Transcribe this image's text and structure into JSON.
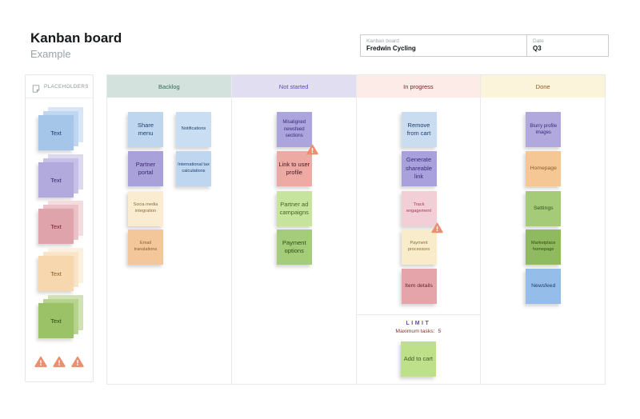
{
  "page": {
    "title": "Kanban board",
    "subtitle": "Example"
  },
  "info_box": {
    "fields": [
      {
        "label": "Kanban board",
        "value": "Fredwin Cycling"
      },
      {
        "label": "Date",
        "value": "Q3"
      }
    ]
  },
  "placeholders": {
    "header": {
      "label": "PLACEHOLDERS",
      "icon": "sticky-note-icon"
    },
    "warning_color": "#ec8f70",
    "stacks": [
      {
        "id": "blue",
        "label": "Text",
        "front": "#a5c6e9",
        "mid": "#c0d7f1",
        "back": "#d8e6f7",
        "text_color": "#1d3f6e"
      },
      {
        "id": "purple",
        "label": "Text",
        "front": "#b2aadc",
        "mid": "#c7c1e8",
        "back": "#dcd8f2",
        "text_color": "#3b2a78"
      },
      {
        "id": "red",
        "label": "Text",
        "front": "#dfa3ab",
        "mid": "#ebc2c7",
        "back": "#f4dbde",
        "text_color": "#7a2430"
      },
      {
        "id": "orange",
        "label": "Text",
        "front": "#f7d7ad",
        "mid": "#fae5c9",
        "back": "#fcf0df",
        "text_color": "#8a5c2a"
      },
      {
        "id": "green",
        "label": "Text",
        "front": "#9cc268",
        "mid": "#b7d38e",
        "back": "#d0e2b3",
        "text_color": "#2e4a14"
      }
    ],
    "warning_icons": [
      "warning-triangle",
      "warning-triangle",
      "warning-triangle"
    ]
  },
  "board": {
    "columns": [
      {
        "title": "Backlog",
        "header_bg": "#d4e2de",
        "header_color": "#2f6b5a",
        "cards": [
          {
            "label": "Share menu",
            "bg": "#bfd7ee",
            "color": "#1d3f6e",
            "size": "lg",
            "row": 0,
            "side": "left"
          },
          {
            "label": "Notifications",
            "bg": "#c9def2",
            "color": "#1d3f6e",
            "size": "xs",
            "row": 0,
            "side": "right"
          },
          {
            "label": "Partner portal",
            "bg": "#a9a1da",
            "color": "#3b2a78",
            "size": "lg",
            "row": 1,
            "side": "left"
          },
          {
            "label": "International tax calculations",
            "bg": "#bed6f0",
            "color": "#1d3f6e",
            "size": "xs",
            "row": 1,
            "side": "right"
          },
          {
            "label": "Socia media integration",
            "bg": "#faecd0",
            "color": "#8a6b35",
            "size": "xs",
            "row": 2,
            "side": "left"
          },
          {
            "label": "Email translations",
            "bg": "#f4c79a",
            "color": "#8a5c2a",
            "size": "xs",
            "row": 3,
            "side": "left"
          }
        ]
      },
      {
        "title": "Not started",
        "header_bg": "#e1def1",
        "header_color": "#5b49c4",
        "cards": [
          {
            "label": "Misaligned newsfeed sections",
            "bg": "#aba4dd",
            "color": "#3b2a78",
            "size": "sm",
            "row": 0
          },
          {
            "label": "Link to user profile",
            "bg": "#eda9a4",
            "color": "#4a2020",
            "size": "lg",
            "row": 1,
            "warning": true
          },
          {
            "label": "Partner ad campaigns",
            "bg": "#c7e49e",
            "color": "#44661f",
            "size": "lg",
            "row": 2
          },
          {
            "label": "Payment options",
            "bg": "#a5cc78",
            "color": "#2f4d14",
            "size": "lg",
            "row": 3
          }
        ]
      },
      {
        "title": "In progress",
        "header_bg": "#fcebe7",
        "header_color": "#7c2222",
        "cards": [
          {
            "label": "Remove from cart",
            "bg": "#c9dcf0",
            "color": "#1d3f6e",
            "size": "lg",
            "row": 0
          },
          {
            "label": "Generate shareable link",
            "bg": "#a9a1dc",
            "color": "#3b2a78",
            "size": "lg",
            "row": 1
          },
          {
            "label": "Track engagement",
            "bg": "#f2ced6",
            "color": "#a03c50",
            "size": "xs",
            "row": 2
          },
          {
            "label": "Payment processors",
            "bg": "#f9ecca",
            "color": "#8a6b35",
            "size": "xs",
            "row": 3,
            "warning": true
          },
          {
            "label": "Item details",
            "bg": "#e4a4a9",
            "color": "#6b2430",
            "size": "md",
            "row": 4
          }
        ],
        "limit": {
          "title": "LIMIT",
          "title_color": "#5b49c4",
          "text": "Maximum tasks:",
          "value": "5",
          "text_color": "#8b2e2e",
          "card": {
            "label": "Add to cart",
            "bg": "#bfe08b",
            "color": "#3f5c1c",
            "size": "lg"
          }
        }
      },
      {
        "title": "Done",
        "header_bg": "#fbf3da",
        "header_color": "#95591f",
        "cards": [
          {
            "label": "Blurry profile images",
            "bg": "#b1a8de",
            "color": "#3b2a78",
            "size": "sm",
            "row": 0
          },
          {
            "label": "Homepage",
            "bg": "#f5c795",
            "color": "#8a5c2a",
            "size": "md",
            "row": 1
          },
          {
            "label": "Settings",
            "bg": "#a6cb78",
            "color": "#33511a",
            "size": "md",
            "row": 2
          },
          {
            "label": "Marketplace homepage",
            "bg": "#90ba60",
            "color": "#2e4a14",
            "size": "xs",
            "row": 3
          },
          {
            "label": "Newsfeed",
            "bg": "#95bde9",
            "color": "#1d3f6e",
            "size": "md",
            "row": 4
          }
        ]
      }
    ]
  }
}
